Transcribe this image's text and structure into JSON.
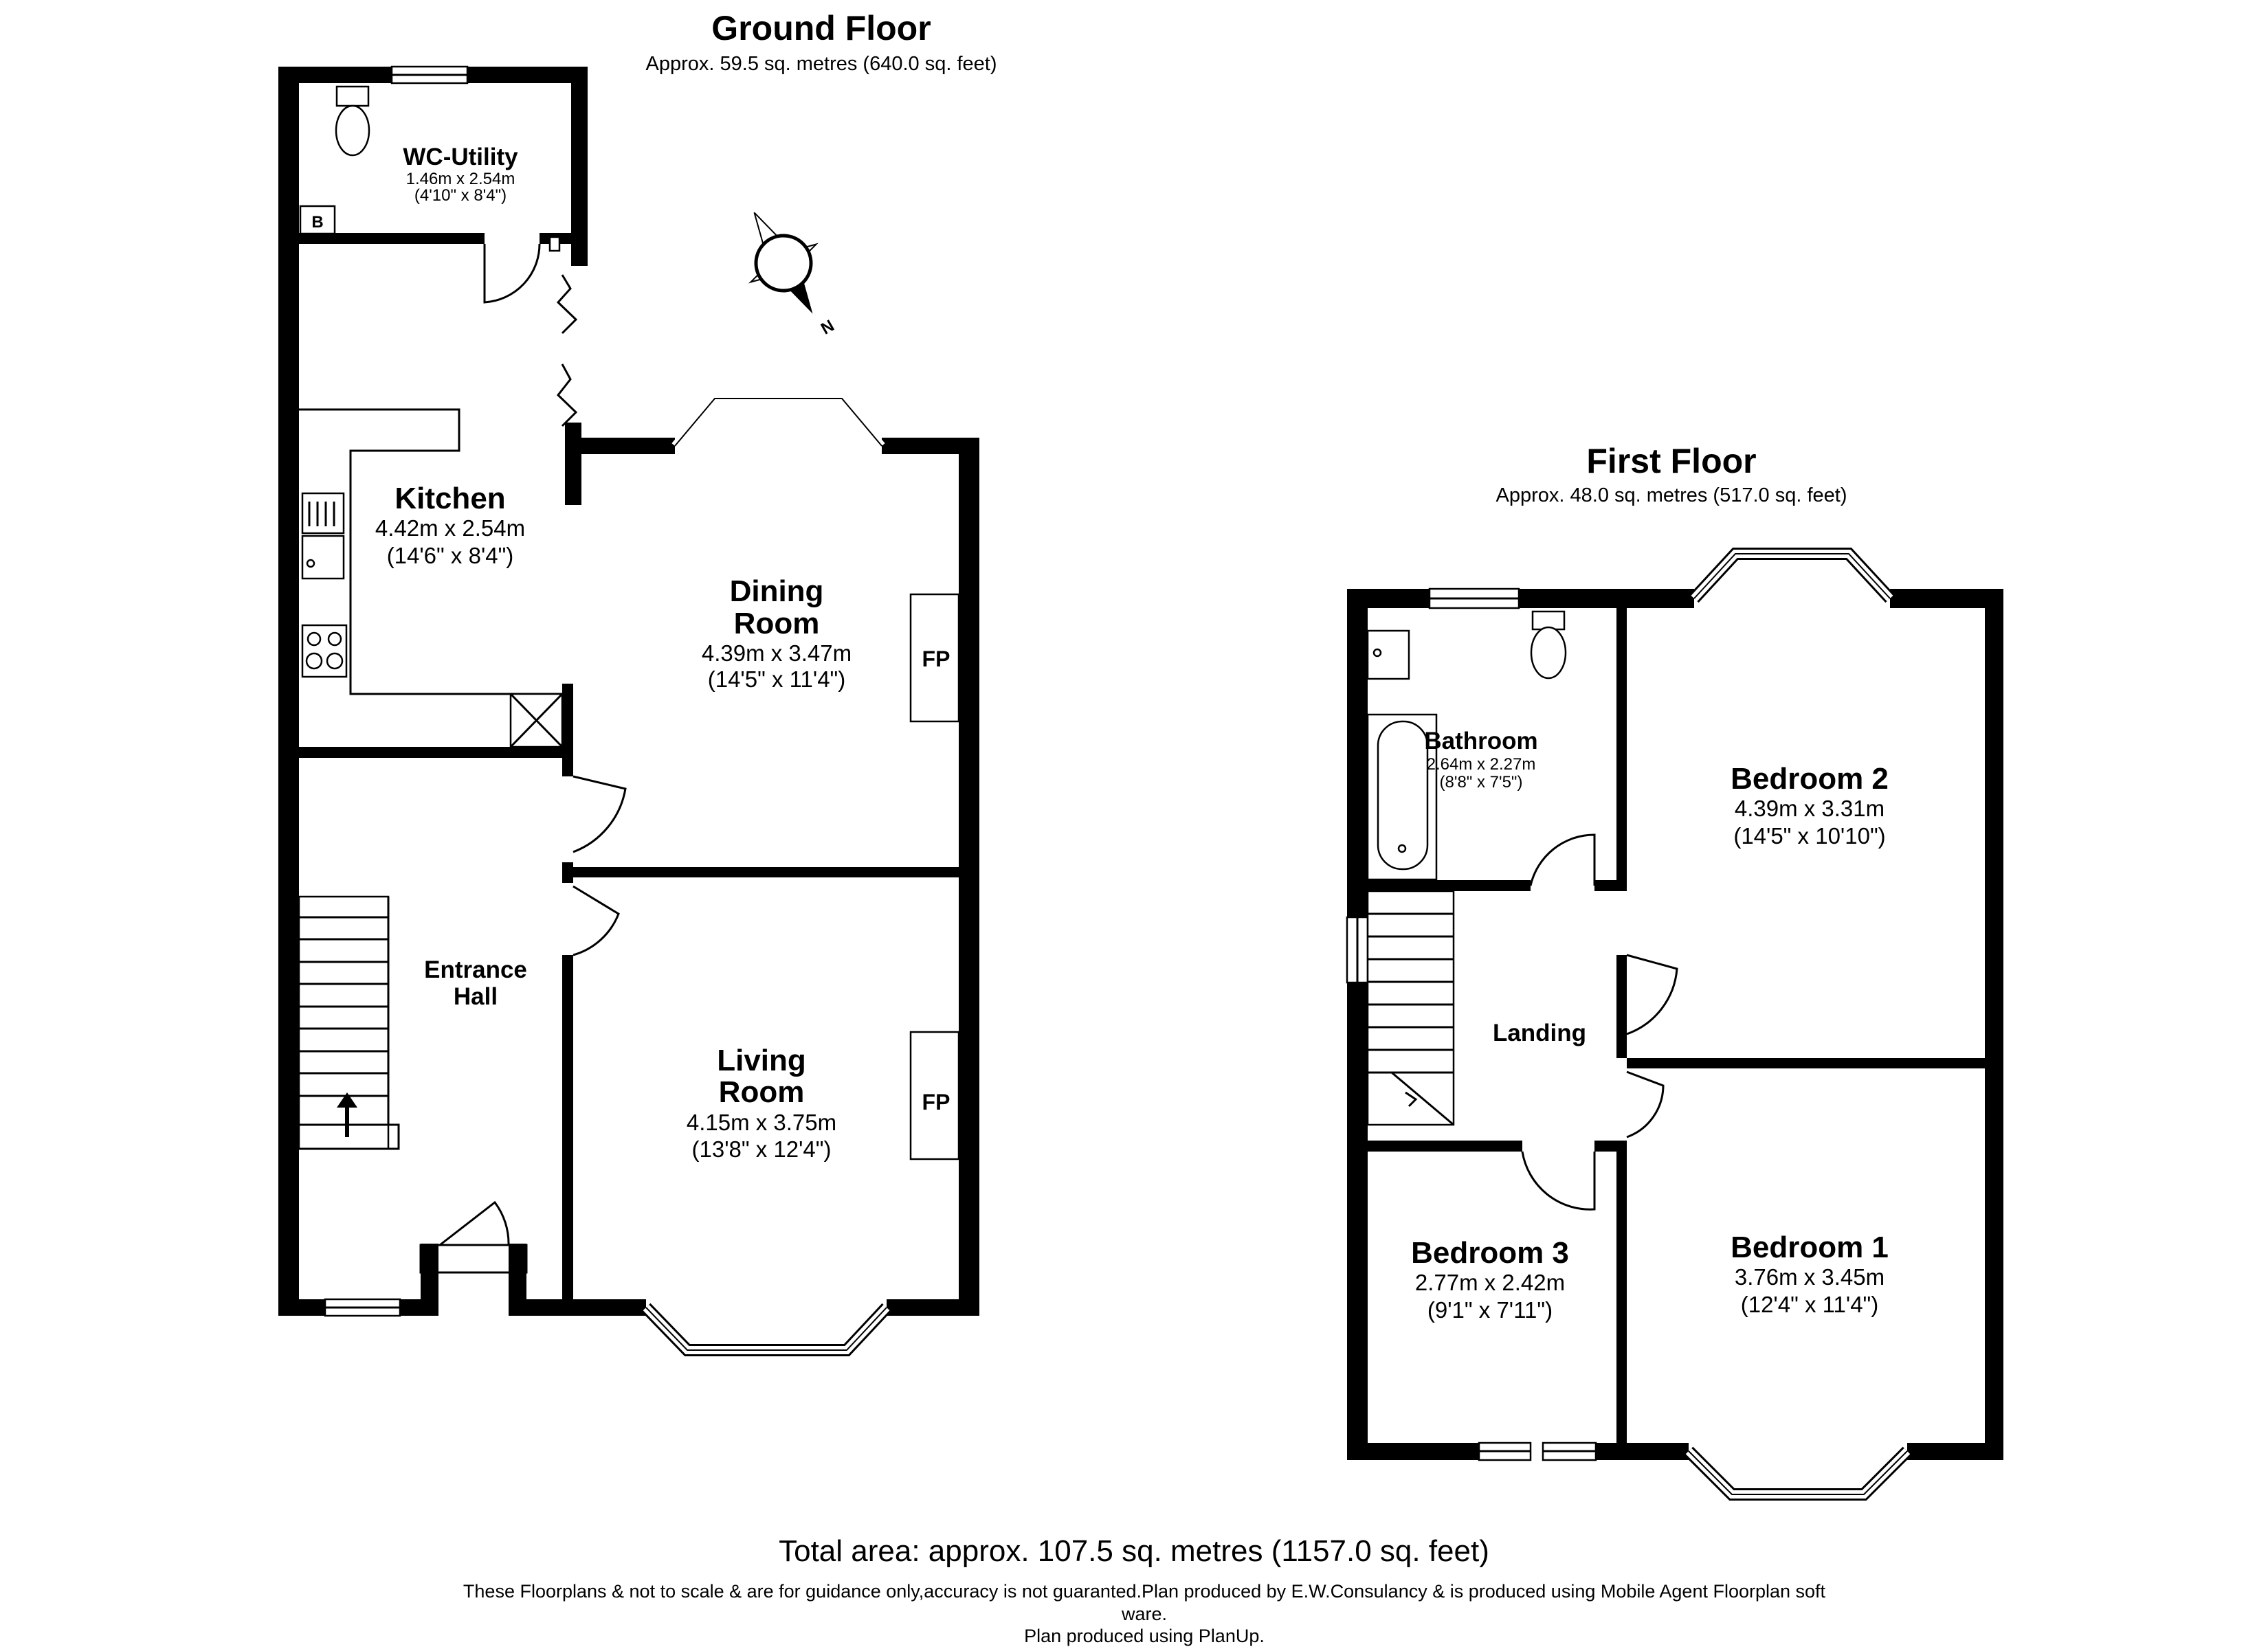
{
  "ground_floor": {
    "title": "Ground Floor",
    "area": "Approx. 59.5 sq. metres (640.0 sq. feet)",
    "rooms": {
      "wc_utility": {
        "name": "WC-Utility",
        "metric": "1.46m x 2.54m",
        "imperial": "(4'10\" x 8'4\")"
      },
      "kitchen": {
        "name": "Kitchen",
        "metric": "4.42m x 2.54m",
        "imperial": "(14'6\" x 8'4\")"
      },
      "dining_room": {
        "name_line1": "Dining",
        "name_line2": "Room",
        "metric": "4.39m x 3.47m",
        "imperial": "(14'5\" x 11'4\")"
      },
      "entrance_hall": {
        "name_line1": "Entrance",
        "name_line2": "Hall"
      },
      "living_room": {
        "name_line1": "Living",
        "name_line2": "Room",
        "metric": "4.15m x 3.75m",
        "imperial": "(13'8\" x 12'4\")"
      }
    },
    "fireplace_label": "FP",
    "boiler_label": "B"
  },
  "first_floor": {
    "title": "First Floor",
    "area": "Approx. 48.0 sq. metres (517.0 sq. feet)",
    "rooms": {
      "bathroom": {
        "name": "Bathroom",
        "metric": "2.64m x 2.27m",
        "imperial": "(8'8\" x 7'5\")"
      },
      "bedroom_2": {
        "name": "Bedroom 2",
        "metric": "4.39m x 3.31m",
        "imperial": "(14'5\" x 10'10\")"
      },
      "landing": {
        "name": "Landing"
      },
      "bedroom_3": {
        "name": "Bedroom 3",
        "metric": "2.77m x 2.42m",
        "imperial": "(9'1\" x 7'11\")"
      },
      "bedroom_1": {
        "name": "Bedroom 1",
        "metric": "3.76m x 3.45m",
        "imperial": "(12'4\" x 11'4\")"
      }
    }
  },
  "compass_label": "N",
  "total_area": "Total area: approx. 107.5 sq. metres (1157.0 sq. feet)",
  "disclaimer": {
    "line1": "These Floorplans & not to scale & are for guidance only,accuracy is not guaranted.Plan produced by E.W.Consulancy & is produced using Mobile Agent Floorplan soft",
    "line2": "ware.",
    "line3": "Plan produced using PlanUp."
  }
}
